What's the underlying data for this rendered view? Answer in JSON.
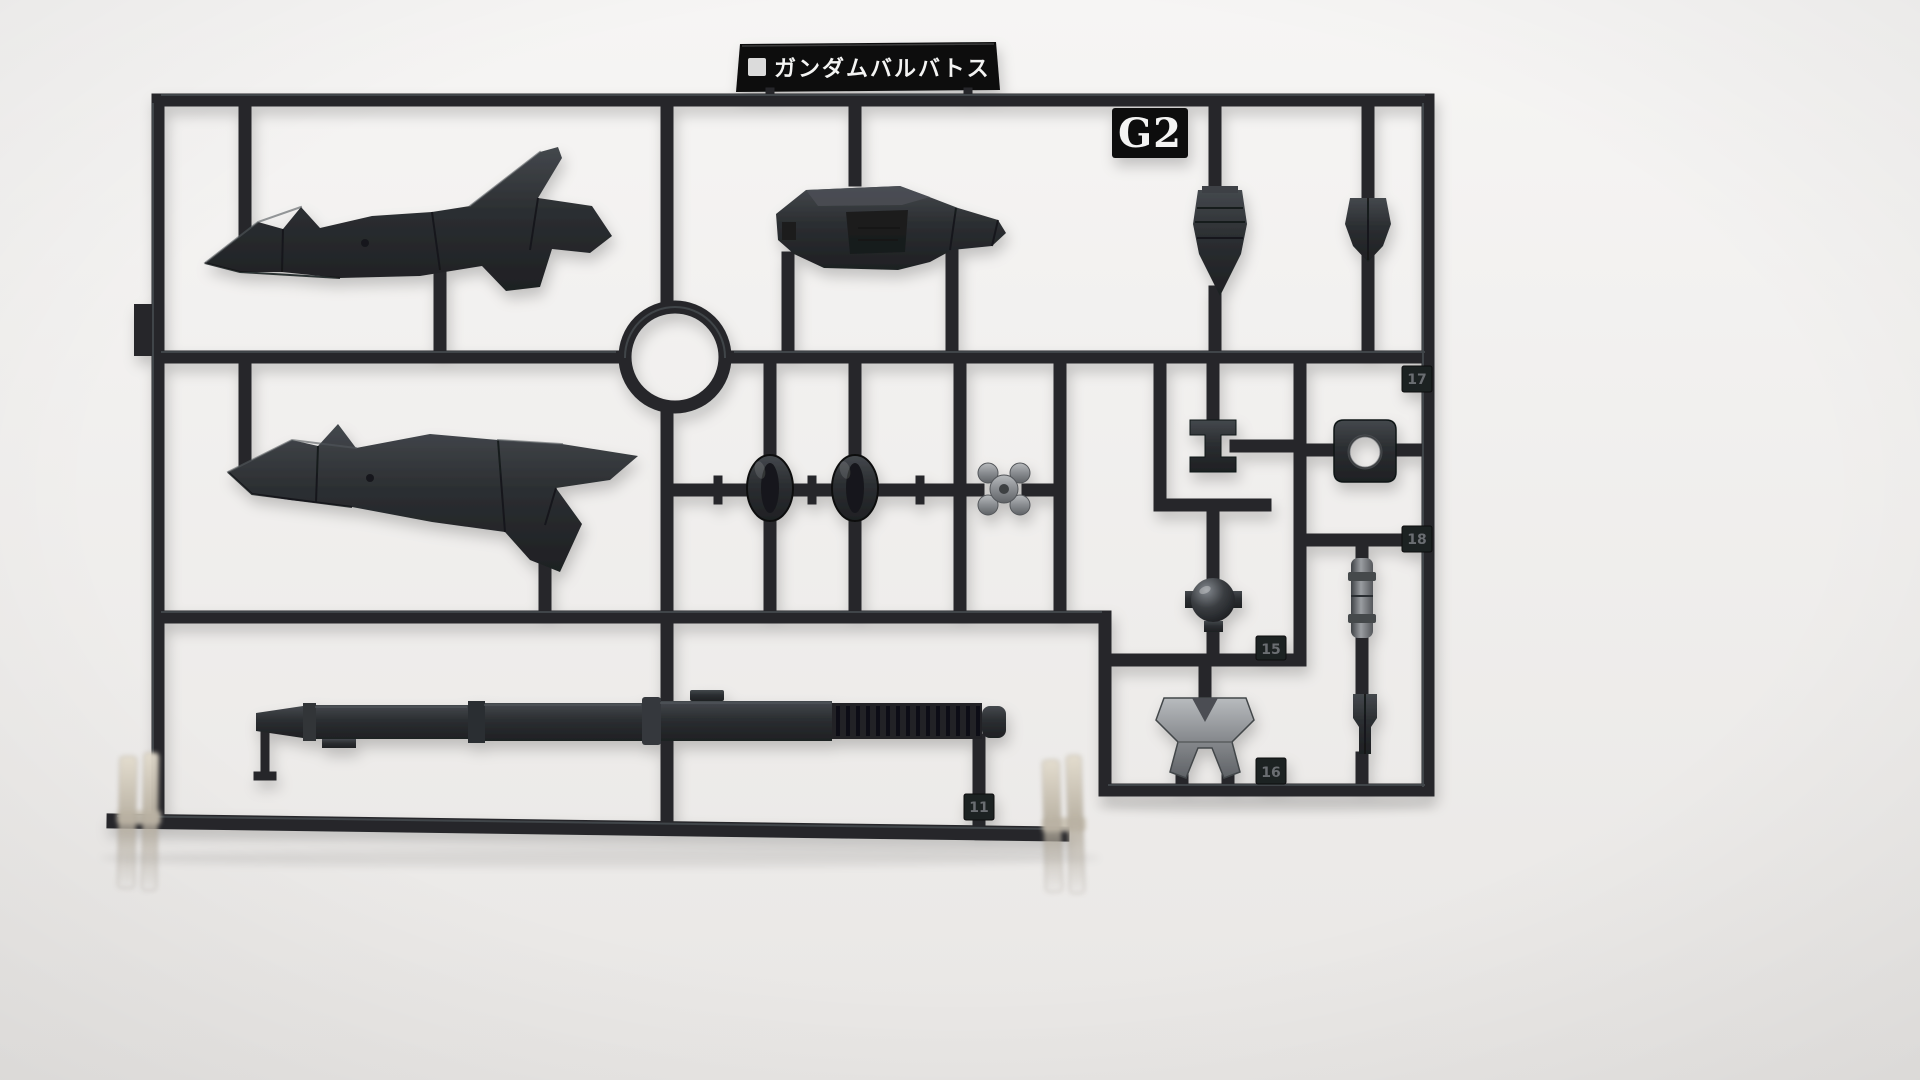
{
  "labels": {
    "runner_tab_text": "ガンダムバルバトス",
    "gate_code": "G2",
    "part_numbers": {
      "tag11": "11",
      "tag15": "15",
      "tag16": "16",
      "tag17": "17",
      "tag18": "18"
    }
  },
  "colors": {
    "background_top": "#f6f5f4",
    "background_bottom": "#e9e7e5",
    "plastic_dark": "#26282b",
    "plastic_highlight": "#54585c",
    "plastic_gray": "#85888c",
    "tab_black": "#0c0d0e",
    "label_text": "#f4f4f3",
    "tag_text": "#6a6e72",
    "clip_metal": "#c9c1b2"
  }
}
